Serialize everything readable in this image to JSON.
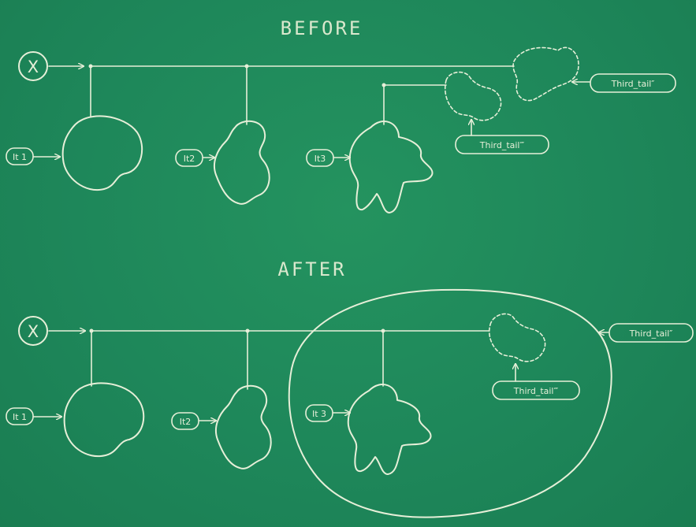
{
  "before": {
    "title": "BEFORE",
    "x_label": "X",
    "it1_label": "It 1",
    "it2_label": "It2",
    "it3_label": "It3",
    "third_tail_2_label": "Third_tail″",
    "third_tail_3_label": "Third_tail‴"
  },
  "after": {
    "title": "AFTER",
    "x_label": "X",
    "it1_label": "It 1",
    "it2_label": "It2",
    "it3_label": "It 3",
    "third_tail_2_label": "Third_tail″",
    "third_tail_3_label": "Third_tail‴"
  },
  "colors": {
    "board": "#1f8a5e",
    "chalk": "#e6efd8"
  }
}
